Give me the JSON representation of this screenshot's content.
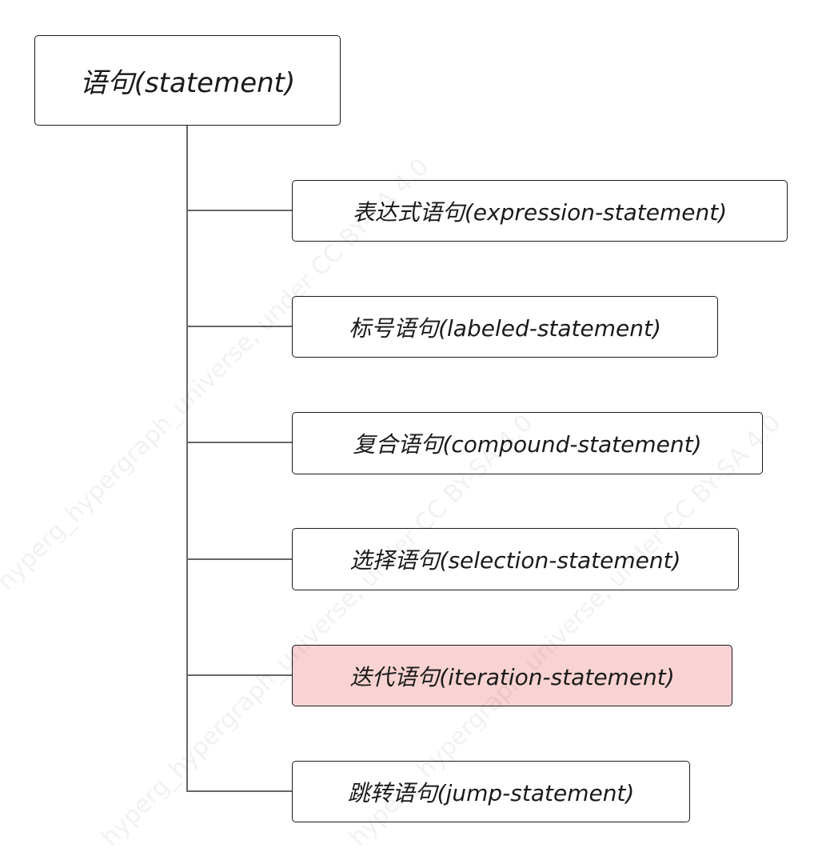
{
  "root": {
    "label": "语句(statement)"
  },
  "children": [
    {
      "label": "表达式语句(expression-statement)",
      "highlighted": false
    },
    {
      "label": "标号语句(labeled-statement)",
      "highlighted": false
    },
    {
      "label": "复合语句(compound-statement)",
      "highlighted": false
    },
    {
      "label": "选择语句(selection-statement)",
      "highlighted": false
    },
    {
      "label": "迭代语句(iteration-statement)",
      "highlighted": true
    },
    {
      "label": "跳转语句(jump-statement)",
      "highlighted": false
    }
  ],
  "colors": {
    "node_border": "#1a1a1a",
    "connector": "#666666",
    "highlight_fill": "#f9d3d3",
    "background": "#ffffff"
  },
  "watermark": {
    "text": "hyperg_hypergraph_universe, under CC BY-SA 4.0"
  }
}
